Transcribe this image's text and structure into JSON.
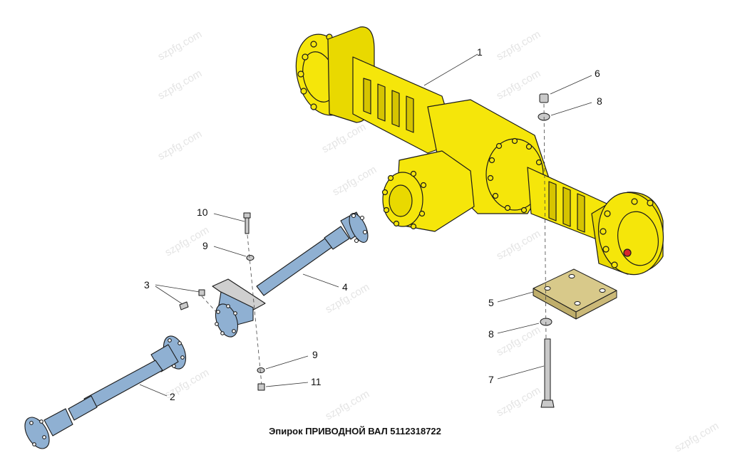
{
  "caption": "Эпирок ПРИВОДНОЙ ВАЛ 5112318722",
  "watermark": "szpfg.com",
  "colors": {
    "axle_yellow": "#f5e60a",
    "axle_shadow": "#d6c400",
    "shaft_blue": "#8fb0d2",
    "shaft_dark": "#5f84ad",
    "plate_tan": "#d8c98a",
    "bolt_grey": "#c9c9c9",
    "outline": "#1a1a1a"
  },
  "callouts": {
    "c1": "1",
    "c2": "2",
    "c3": "3",
    "c4": "4",
    "c5": "5",
    "c6": "6",
    "c7": "7",
    "c8a": "8",
    "c8b": "8",
    "c9a": "9",
    "c9b": "9",
    "c10": "10",
    "c11": "11"
  }
}
